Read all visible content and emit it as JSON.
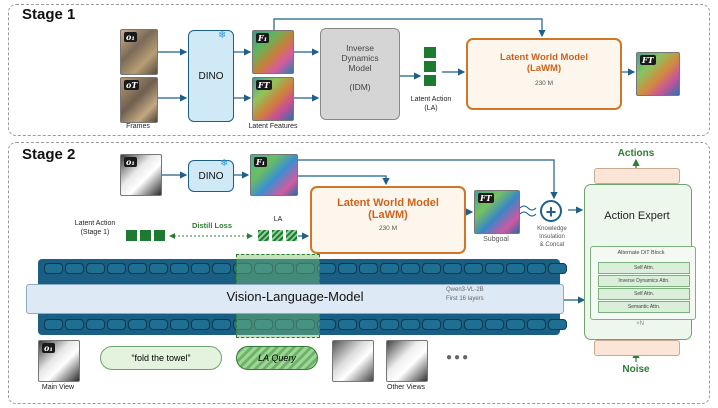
{
  "stage1": {
    "title": "Stage 1",
    "frames_label": "Frames",
    "frame_sym_1": "o₁",
    "frame_sym_T": "oT",
    "dino": "DINO",
    "feature_sym_1": "F₁",
    "feature_sym_T": "FT",
    "latent_features_label": "Latent Features",
    "idm_line1": "Inverse",
    "idm_line2": "Dynamics",
    "idm_line3": "Model",
    "idm_abbr": "(IDM)",
    "latent_action_line1": "Latent Action",
    "latent_action_line2": "(LA)",
    "lawm_line1": "Latent World Model",
    "lawm_line2": "(LaWM)",
    "lawm_params": "230 M",
    "output_sym": "FT"
  },
  "stage2": {
    "title": "Stage 2",
    "frame_sym_1": "o₁",
    "dino": "DINO",
    "feature_sym_1": "F₁",
    "lawm_line1": "Latent World Model",
    "lawm_line2": "(LaWM)",
    "lawm_params": "230 M",
    "subgoal_sym": "FT",
    "subgoal_label": "Subgoal",
    "knowledge_line1": "Knowledge",
    "knowledge_line2": "Insulation",
    "knowledge_line3": "& Concat",
    "latent_action_line1": "Latent Action",
    "latent_action_line2": "(Stage 1)",
    "distill_loss": "Distill Loss",
    "la_label": "LA",
    "vlm_label": "Vision-Language-Model",
    "vlm_sub1": "Qwen3-VL-2B",
    "vlm_sub2": "First 16 layers",
    "actions_label": "Actions",
    "action_expert_label": "Action Expert",
    "dit_title": "Alternate DiT Block",
    "dit_layers": [
      "Self Attn.",
      "Inverse Dynamics Attn.",
      "Self Attn.",
      "Semantic Attn."
    ],
    "dit_repeat": "×N",
    "noise_label": "Noise",
    "main_view_sym": "o₁",
    "main_view_label": "Main View",
    "instruction": "“fold the towel”",
    "la_query": "LA Query",
    "other_views_label": "Other Views",
    "ellipsis": "●●●"
  }
}
